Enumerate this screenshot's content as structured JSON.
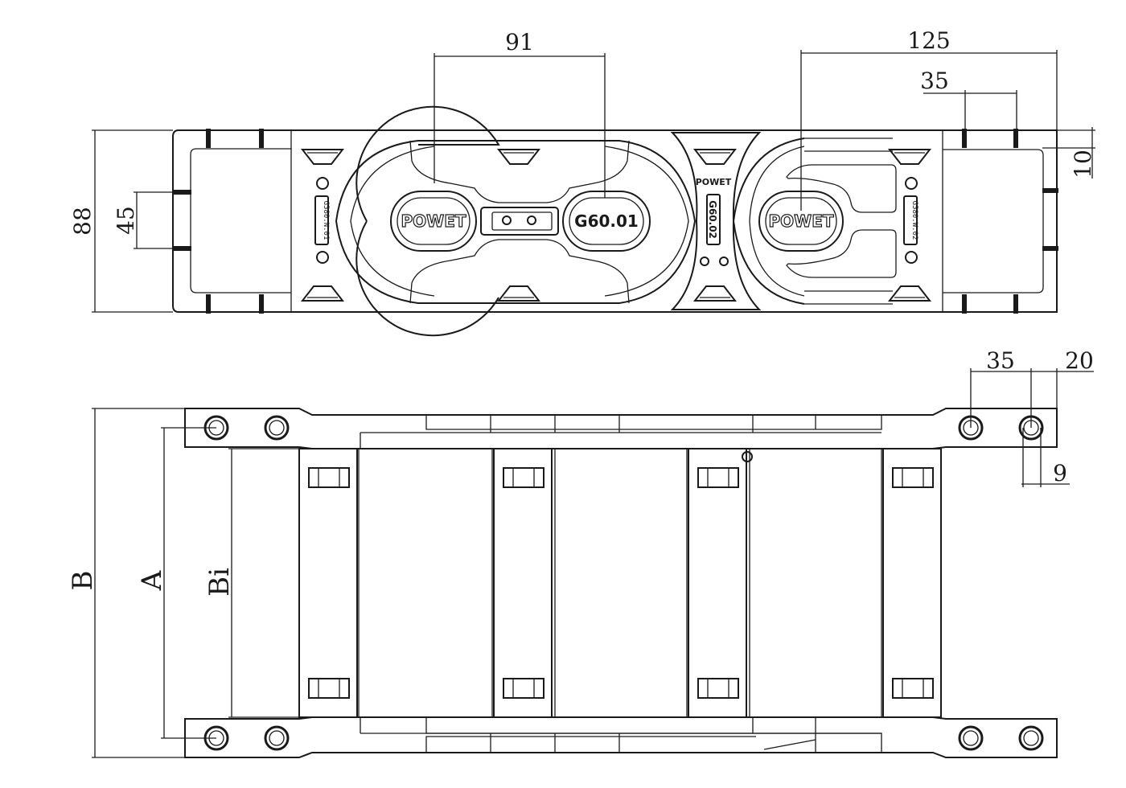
{
  "side_view": {
    "dim_pitch_inner": "91",
    "dim_total_length": "125",
    "dim_end_offset": "35",
    "dim_end_thickness": "10",
    "dim_height": "88",
    "dim_slot": "45",
    "brand_left": "POWET",
    "brand_right": "POWET",
    "brand_small": "POWET",
    "model_main": "G60.01",
    "model_mid": "G60.02",
    "tag_left": "G580.N.01",
    "tag_right": "G580.W.02"
  },
  "top_view": {
    "dim_hole_spacing": "35",
    "dim_edge": "20",
    "dim_hole_dia": "9",
    "label_B": "B",
    "label_A": "A",
    "label_Bi": "Bi"
  }
}
